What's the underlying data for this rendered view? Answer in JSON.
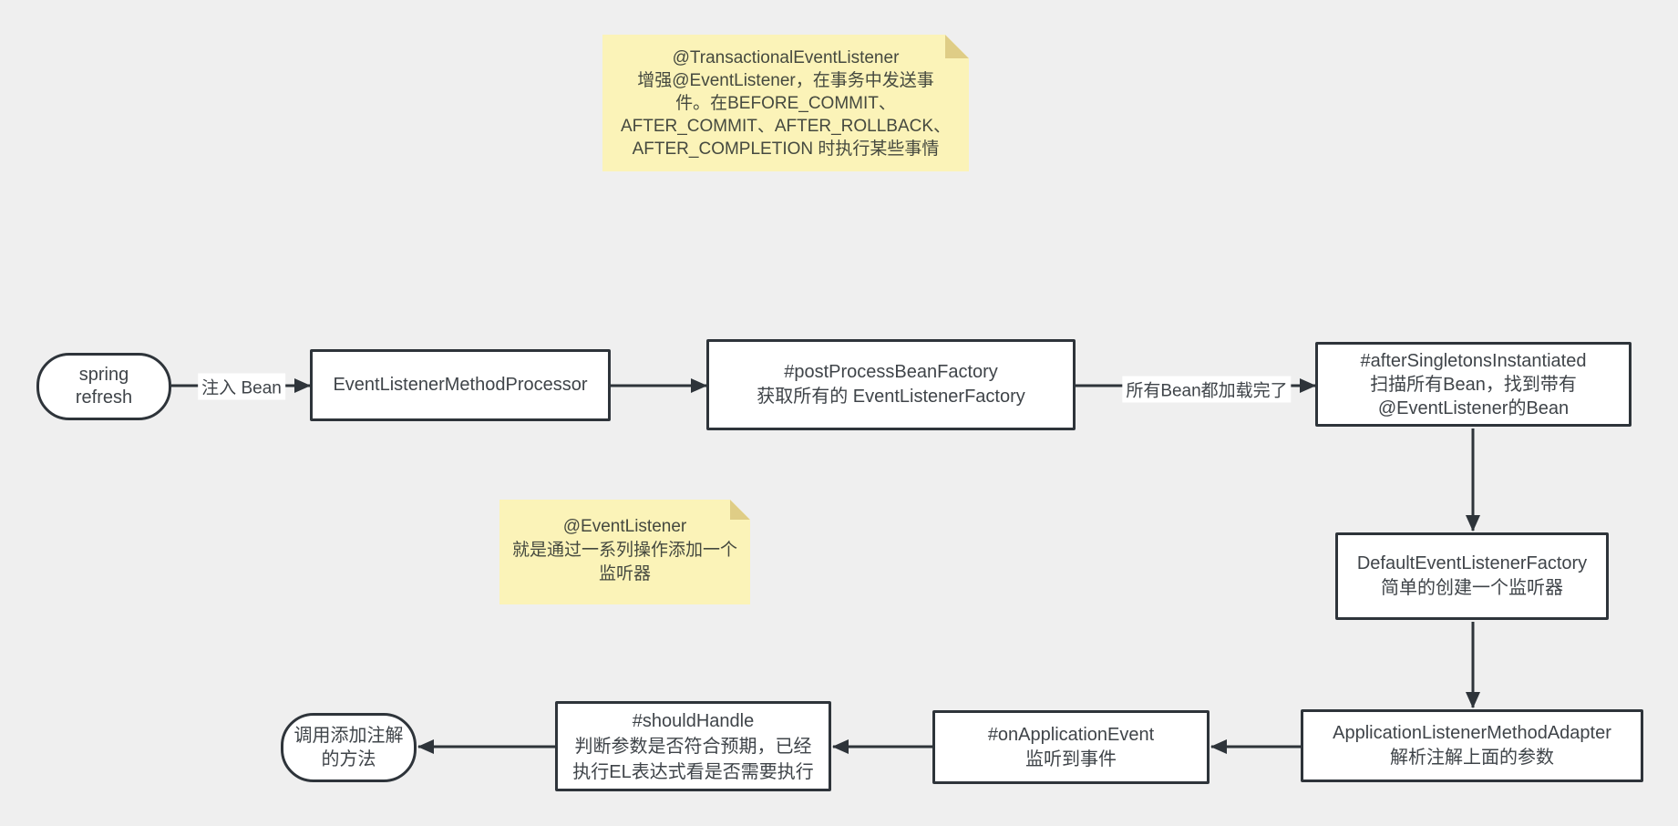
{
  "colors": {
    "background": "#efefef",
    "shape_border": "#2e343a",
    "shape_fill": "#ffffff",
    "note_fill": "#fbf3b8",
    "note_fold": "#dfcd86",
    "text": "#3f4449"
  },
  "notes": [
    {
      "id": "transactional-event-listener-note",
      "lines": [
        "@TransactionalEventListener",
        "增强@EventListener，在事务中发送事",
        "件。在BEFORE_COMMIT、",
        "AFTER_COMMIT、AFTER_ROLLBACK、",
        "AFTER_COMPLETION 时执行某些事情"
      ]
    },
    {
      "id": "event-listener-note",
      "lines": [
        "@EventListener",
        "就是通过一系列操作添加一个",
        "监听器"
      ]
    }
  ],
  "nodes": [
    {
      "id": "spring-refresh",
      "shape": "rounded",
      "lines": [
        "spring",
        "refresh"
      ]
    },
    {
      "id": "event-listener-method-processor",
      "shape": "rect",
      "lines": [
        "EventListenerMethodProcessor"
      ]
    },
    {
      "id": "post-process-bean-factory",
      "shape": "rect",
      "lines": [
        "#postProcessBeanFactory",
        "获取所有的 EventListenerFactory"
      ]
    },
    {
      "id": "after-singletons-instantiated",
      "shape": "rect",
      "lines": [
        "#afterSingletonsInstantiated",
        "扫描所有Bean，找到带有",
        "@EventListener的Bean"
      ]
    },
    {
      "id": "default-event-listener-factory",
      "shape": "rect",
      "lines": [
        "DefaultEventListenerFactory",
        "简单的创建一个监听器"
      ]
    },
    {
      "id": "application-listener-method-adapter",
      "shape": "rect",
      "lines": [
        "ApplicationListenerMethodAdapter",
        "解析注解上面的参数"
      ]
    },
    {
      "id": "on-application-event",
      "shape": "rect",
      "lines": [
        "#onApplicationEvent",
        "监听到事件"
      ]
    },
    {
      "id": "should-handle",
      "shape": "rect",
      "lines": [
        "#shouldHandle",
        "判断参数是否符合预期，已经",
        "执行EL表达式看是否需要执行"
      ]
    },
    {
      "id": "call-annotated-method",
      "shape": "rounded",
      "lines": [
        "调用添加注解",
        "的方法"
      ]
    }
  ],
  "edges": [
    {
      "from": "spring-refresh",
      "to": "event-listener-method-processor",
      "label": "注入 Bean"
    },
    {
      "from": "event-listener-method-processor",
      "to": "post-process-bean-factory",
      "label": ""
    },
    {
      "from": "post-process-bean-factory",
      "to": "after-singletons-instantiated",
      "label": "所有Bean都加载完了"
    },
    {
      "from": "after-singletons-instantiated",
      "to": "default-event-listener-factory",
      "label": ""
    },
    {
      "from": "default-event-listener-factory",
      "to": "application-listener-method-adapter",
      "label": ""
    },
    {
      "from": "application-listener-method-adapter",
      "to": "on-application-event",
      "label": ""
    },
    {
      "from": "on-application-event",
      "to": "should-handle",
      "label": ""
    },
    {
      "from": "should-handle",
      "to": "call-annotated-method",
      "label": ""
    }
  ]
}
